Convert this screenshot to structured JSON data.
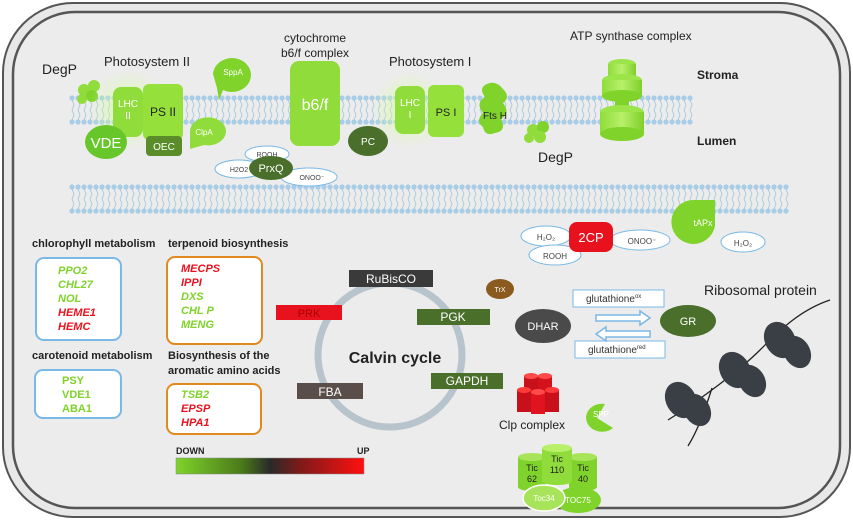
{
  "colors": {
    "green": "#7fd32a",
    "light_green": "#a8e45a",
    "red": "#e8121e",
    "dark_green": "#4a6f2b",
    "orange": "#e08a1e",
    "blue_box": "#7ab8e6",
    "grey_bar": "#4d4d4d"
  },
  "membrane": {
    "stroma": "Stroma",
    "lumen": "Lumen",
    "degp_top": "DegP",
    "degp_bottom": "DegP",
    "photosystem2": "Photosystem II",
    "photosystem1": "Photosystem I",
    "cytochrome_line1": "cytochrome",
    "cytochrome_line2": "b6/f complex",
    "atp_synthase": "ATP synthase complex",
    "lhc2_line1": "LHC",
    "lhc2_line2": "II",
    "ps2": "PS II",
    "oec": "OEC",
    "vde": "VDE",
    "sppa": "SppA",
    "clpa": "ClpA",
    "b6f": "b6/f",
    "pc": "PC",
    "lhc1_line1": "LHC",
    "lhc1_line2": "I",
    "ps1": "PS I",
    "ftsh": "Fts H",
    "prxq": "PrxQ",
    "rooh": "ROOH",
    "h2o2": "H2O2",
    "onoo": "ONOO⁻"
  },
  "cycle": {
    "title": "Calvin cycle",
    "rubisco": "RuBisCO",
    "prk": "PRK",
    "pgk": "PGK",
    "gapdh": "GAPDH",
    "fba": "FBA"
  },
  "chl": {
    "title": "chlorophyll metabolism",
    "genes": [
      {
        "name": "PPO2",
        "color": "#7fd32a"
      },
      {
        "name": "CHL27",
        "color": "#7fd32a"
      },
      {
        "name": "NOL",
        "color": "#7fd32a"
      },
      {
        "name": "HEME1",
        "color": "#e8121e"
      },
      {
        "name": "HEMC",
        "color": "#e8121e"
      }
    ]
  },
  "car": {
    "title": "carotenoid metabolism",
    "genes": [
      {
        "name": "PSY",
        "color": "#7fd32a"
      },
      {
        "name": "VDE1",
        "color": "#7fd32a"
      },
      {
        "name": "ABA1",
        "color": "#7fd32a"
      }
    ]
  },
  "terp": {
    "title": "terpenoid biosynthesis",
    "genes": [
      {
        "name": "MECPS",
        "color": "#e8121e"
      },
      {
        "name": "IPPI",
        "color": "#e8121e"
      },
      {
        "name": "DXS",
        "color": "#7fd32a"
      },
      {
        "name": "CHL P",
        "color": "#7fd32a"
      },
      {
        "name": "MENG",
        "color": "#7fd32a"
      }
    ]
  },
  "arom": {
    "title_line1": "Biosynthesis of the",
    "title_line2": "aromatic amino acids",
    "genes": [
      {
        "name": "TSB2",
        "color": "#7fd32a"
      },
      {
        "name": "EPSP",
        "color": "#e8121e"
      },
      {
        "name": "HPA1",
        "color": "#e8121e"
      }
    ]
  },
  "legend": {
    "down": "DOWN",
    "up": "UP"
  },
  "redox": {
    "twocp": "2CP",
    "h2o2": "H₂O₂",
    "rooh": "ROOH",
    "onoo": "ONOO⁻",
    "tapx": "tAPx",
    "tapx_h2o2": "H₂O₂",
    "trx": "TrX",
    "dhar": "DHAR",
    "gr": "GR",
    "glut_ox": "glutathione",
    "glut_ox_sup": "ox",
    "glut_red": "glutathione",
    "glut_red_sup": "red"
  },
  "ribo": {
    "title": "Ribosomal protein"
  },
  "clp": {
    "label": "Clp complex",
    "spp": "SPP"
  },
  "tic": {
    "tic62_1": "Tic",
    "tic62_2": "62",
    "tic110_1": "Tic",
    "tic110_2": "110",
    "tic40_1": "Tic",
    "tic40_2": "40",
    "tic34": "Toc34",
    "toc75": "TOC75"
  }
}
